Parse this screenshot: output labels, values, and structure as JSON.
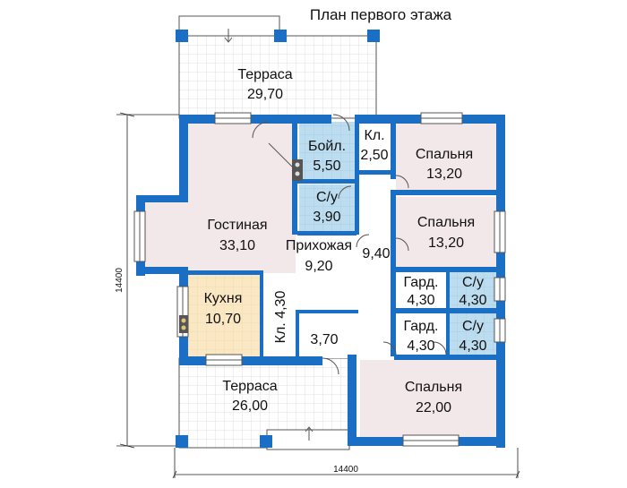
{
  "title": "План первого этажа",
  "dimensions": {
    "width": "14400",
    "height": "14400"
  },
  "colors": {
    "wall": "#1a6fc4",
    "wall_dark": "#0f5ca8",
    "living": "#f2e8ea",
    "wet": "#bcdcef",
    "kitchen": "#fae8c4",
    "terrace": "#ffffff",
    "grid": "#d6d6d6",
    "corridor": "#ffffff"
  },
  "rooms": [
    {
      "id": "terrace-top",
      "name": "Терраса",
      "area": "29,70"
    },
    {
      "id": "boiler",
      "name": "Бойл.",
      "area": "5,50"
    },
    {
      "id": "pantry-top",
      "name": "Кл.",
      "area": "2,50"
    },
    {
      "id": "bedroom-1",
      "name": "Спальня",
      "area": "13,20"
    },
    {
      "id": "bath-1",
      "name": "С/у",
      "area": "3,90"
    },
    {
      "id": "living",
      "name": "Гостиная",
      "area": "33,10"
    },
    {
      "id": "bedroom-2",
      "name": "Спальня",
      "area": "13,20"
    },
    {
      "id": "hall",
      "name": "Прихожая",
      "area": "9,20"
    },
    {
      "id": "corridor",
      "name": "",
      "area": "9,40"
    },
    {
      "id": "wardrobe-1",
      "name": "Гард.",
      "area": "4,30"
    },
    {
      "id": "bath-2",
      "name": "С/у",
      "area": "4,30"
    },
    {
      "id": "kitchen",
      "name": "Кухня",
      "area": "10,70"
    },
    {
      "id": "pantry-mid",
      "name": "Кл. 4,30",
      "area": ""
    },
    {
      "id": "vestibule",
      "name": "",
      "area": "3,70"
    },
    {
      "id": "wardrobe-2",
      "name": "Гард.",
      "area": "4,30"
    },
    {
      "id": "bath-3",
      "name": "С/у",
      "area": "4,30"
    },
    {
      "id": "terrace-bottom",
      "name": "Терраса",
      "area": "26,00"
    },
    {
      "id": "bedroom-3",
      "name": "Спальня",
      "area": "22,00"
    }
  ]
}
